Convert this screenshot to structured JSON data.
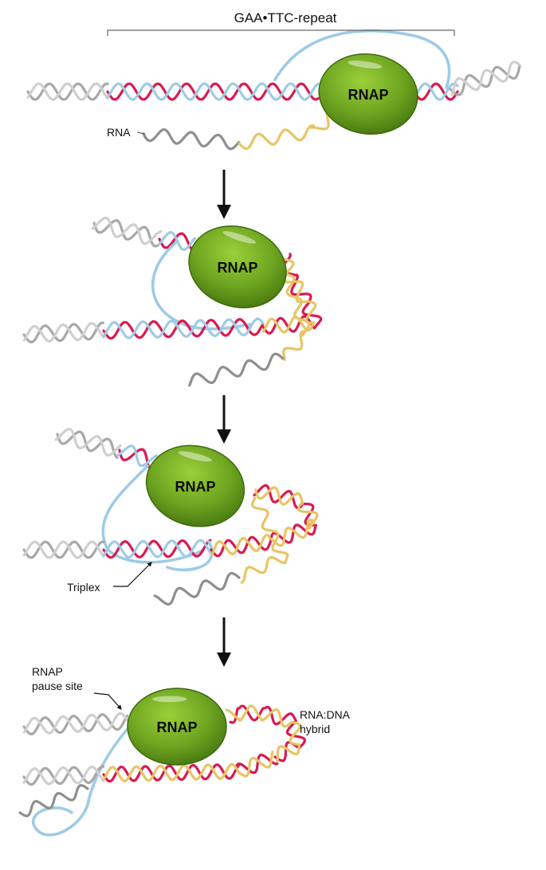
{
  "labels": {
    "repeat": "GAA•TTC-repeat",
    "rna": "RNA",
    "triplex": "Triplex",
    "pause_line1": "RNAP",
    "pause_line2": "pause site",
    "hybrid_line1": "RNA:DNA",
    "hybrid_line2": "hybrid"
  },
  "polymerase": {
    "label": "RNAP"
  },
  "colors": {
    "flank_dna": "#a8a8a8",
    "purine_strand": "#d81b52",
    "pyrimidine_strand": "#9ecbe6",
    "rna_strand": "#e7c566",
    "rna_tail": "#8f8f8f",
    "rnap_fill": "#6da420",
    "rnap_edge": "#3d6a0c",
    "arrow": "#111111"
  },
  "panels": [
    {
      "step": 1,
      "shows": "transcription into repeat"
    },
    {
      "step": 2,
      "shows": "RNAP advances, nascent RNA behind"
    },
    {
      "step": 3,
      "shows": "triplex formation"
    },
    {
      "step": 4,
      "shows": "RNA:DNA hybrid and pause"
    }
  ]
}
